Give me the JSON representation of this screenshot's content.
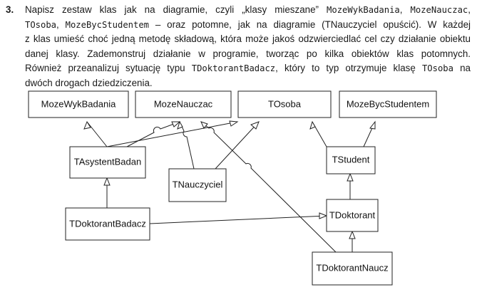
{
  "task": {
    "number": "3.",
    "lines": [
      [
        {
          "t": "Napisz zestaw klas jak na diagramie, czyli „klasy mieszane” "
        },
        {
          "t": "MozeWykBadania",
          "m": 1
        },
        {
          "t": ", "
        },
        {
          "t": "MozeNauczac",
          "m": 1
        },
        {
          "t": ","
        }
      ],
      [
        {
          "t": "TOsoba",
          "m": 1
        },
        {
          "t": ", "
        },
        {
          "t": "MozeBycStudentem",
          "m": 1
        },
        {
          "t": " – oraz potomne, jak na diagramie (TNauczyciel opuścić). W każdej"
        }
      ],
      [
        {
          "t": "z klas umieść choć jedną metodę składową, która może jakoś odzwierciedlać cel czy działanie obiektu"
        }
      ],
      [
        {
          "t": "danej klasy. Zademonstruj działanie w programie, tworząc po kilka obiektów klas potomnych."
        }
      ],
      [
        {
          "t": "Również przeanalizuj sytuację typu "
        },
        {
          "t": "TDoktorantBadacz",
          "m": 1
        },
        {
          "t": ", który to typ otrzymuje klasę "
        },
        {
          "t": "TOsoba",
          "m": 1
        },
        {
          "t": " na"
        }
      ],
      [
        {
          "t": "dwóch drogach dziedziczenia."
        }
      ]
    ]
  },
  "diagram": {
    "classes": {
      "moze_wyk_badania": "MozeWykBadania",
      "moze_nauczac": "MozeNauczac",
      "tosoba": "TOsoba",
      "moze_byc_studentem": "MozeBycStudentem",
      "tasystent_badan": "TAsystentBadan",
      "tnauczyciel": "TNauczyciel",
      "tstudent": "TStudent",
      "tdoktorant_badacz": "TDoktorantBadacz",
      "tdoktorant": "TDoktorant",
      "tdoktorant_naucz": "TDoktorantNaucz"
    },
    "inheritance": [
      {
        "child": "TAsystentBadan",
        "parent": "MozeWykBadania"
      },
      {
        "child": "TAsystentBadan",
        "parent": "TOsoba"
      },
      {
        "child": "TAsystentBadan",
        "parent": "MozeNauczac"
      },
      {
        "child": "TNauczyciel",
        "parent": "MozeNauczac"
      },
      {
        "child": "TNauczyciel",
        "parent": "TOsoba"
      },
      {
        "child": "TStudent",
        "parent": "TOsoba"
      },
      {
        "child": "TStudent",
        "parent": "MozeBycStudentem"
      },
      {
        "child": "TDoktorantBadacz",
        "parent": "TAsystentBadan"
      },
      {
        "child": "TDoktorantBadacz",
        "parent": "TDoktorant"
      },
      {
        "child": "TDoktorant",
        "parent": "TStudent"
      },
      {
        "child": "TDoktorantNaucz",
        "parent": "TDoktorant"
      },
      {
        "child": "TDoktorantNaucz",
        "parent": "MozeNauczac"
      }
    ]
  }
}
